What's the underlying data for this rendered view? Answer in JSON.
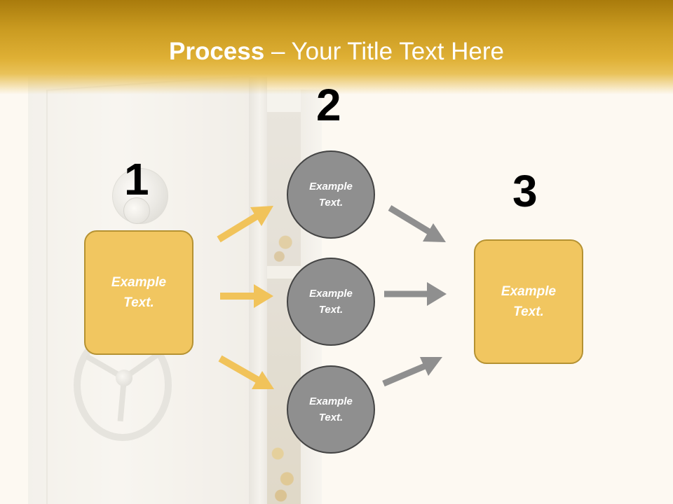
{
  "slide": {
    "title_bold": "Process",
    "title_rest": " – Your Title Text Here"
  },
  "steps": {
    "one": {
      "number": "1",
      "box_text_line1": "Example",
      "box_text_line2": "Text."
    },
    "two": {
      "number": "2",
      "circles": [
        {
          "line1": "Example",
          "line2": "Text."
        },
        {
          "line1": "Example",
          "line2": "Text."
        },
        {
          "line1": "Example",
          "line2": "Text."
        }
      ]
    },
    "three": {
      "number": "3",
      "box_text_line1": "Example",
      "box_text_line2": "Text."
    }
  },
  "colors": {
    "header": "#dfb035",
    "box_fill": "#f1c660",
    "box_border": "#b59232",
    "circle_fill": "#8f8f8f",
    "circle_border": "#444444",
    "arrow_yellow": "#f1c35a",
    "arrow_gray": "#8f8f8f"
  }
}
